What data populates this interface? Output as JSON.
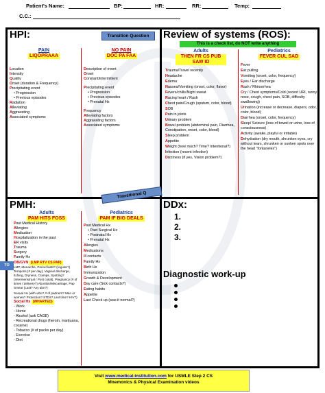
{
  "header": {
    "patient_label": "Patient's Name:",
    "bp_label": "BP:",
    "hr_label": "HR:",
    "rr_label": "RR:",
    "temp_label": "Temp:",
    "cc_label": "C.C.:"
  },
  "hpi": {
    "title": "HPI:",
    "pain_head": "PAIN",
    "pain_mnemonic": "LIQOPRAAA",
    "pain_items": [
      "Location",
      "Intensity",
      "Quality",
      "Onset (duration & Frequency)",
      "Precipitating event"
    ],
    "pain_sub": [
      "Progression",
      "Previous episodes"
    ],
    "pain_items2": [
      "Radiation",
      "Alleviating",
      "Aggravating",
      "Associated symptoms"
    ],
    "nopain_head": "NO PAIN",
    "nopain_mnemonic": "DOC PA FAA",
    "nopain_items": [
      "Description of event",
      "Onset",
      "Constant/intermittent"
    ],
    "nopain_items2": [
      "Precipitating event"
    ],
    "nopain_sub": [
      "Progression",
      "Previous episodes",
      "Prenatal Hx"
    ],
    "nopain_items3": [
      "Frequency",
      "Alleviating factors",
      "Aggravating factors",
      "Associated symptoms"
    ]
  },
  "transition1": "Transition Question",
  "transition2": "Transitional Q",
  "ros": {
    "title": "Review of systems (ROS):",
    "banner": "This is a check list, do NOT write anything",
    "adults_head": "Adults",
    "adults_mnemonic": "THEN FR CS PUB SAW ID",
    "adults_items": [
      "Trauma/Travel recently",
      "Headache",
      "Edema",
      "Nausea/Vomiting (onset, color, flavor)",
      "Fevers/chills/Night sweat",
      "Racing heart / Rash",
      "Chest pain/Cough (sputum, color, blood)",
      "SOB",
      "Pain in joints",
      "Urinary problem",
      "Bowel problem (abdominal pain, Diarrhea, Constipation, onset, color, blood)",
      "Sleep problem",
      "Appetite",
      "Weight (how much? Time? Intentional?)",
      "Infection (recent infection)",
      "Dizziness (if yes, Vision problem?)"
    ],
    "peds_head": "Pediatrics",
    "peds_mnemonic": "FEVER CUL SAD",
    "peds_items": [
      "Fever",
      "Ear pulling",
      "Vomiting (onset, color, frequency)",
      "Eyes / Ear discharge",
      "Rash / Rhinorrhea",
      "Cry / Chest symptoms/Cold (recent URI, runny nose, cough, chest pain, SOB, difficulty swallowing)",
      "Urination (increase or decrease, diapers, odor, color, blood)",
      "Diarrhea (onset, color, frequency)",
      "Sleep/ Seizure (loss of bowel or urine, loss of consciousness)",
      "Activity (awake, playful or irritable)",
      "Dehydration (dry mouth, shrunken eyes, cry without tears, shrunken or sunken spots over the head \"fontaneles\")"
    ]
  },
  "pmh": {
    "title": "PMH:",
    "adults_head": "Adults",
    "adults_mnemonic": "PAM HITS FOSS",
    "adults_items": [
      "Past Medical History",
      "Allergies",
      "Medication",
      "Hospitalization in the past",
      "ER visits",
      "Trauma",
      "Surgery",
      "Family Hx"
    ],
    "obgyn": "OB/GYN",
    "obgyn_mnemonic": "(LMP RTV CS PAP)",
    "obgyn_text": "LMP, Menarche, Period lasts? (regular?) Tempons (# per day), Vaginal discharge, Itching, Dryness, Cramps, Spotting? (Intermenstrual / Post coital), Pregnancy (# of times / delivery?) Abortion/Miscarriage, Pap Smear (Last? Any abn?)",
    "sexual": "Sexual Hx (with who? # of partners? Man or women? Protection? STDs? Last time? HIV?)",
    "social": "Social Hx",
    "social_mnemonic": "(WHARTED)",
    "social_items": [
      "Work",
      "Home",
      "Alcohol (ask CAGE)",
      "Recreational drugs (heroin, marijuana, cocaine)",
      "Tobacco (# of packs per day)",
      "Exercise",
      "Diet"
    ],
    "peds_head": "Pediatrics",
    "peds_mnemonic": "PAM IF BIG DEALS",
    "peds_items": [
      "Past Medical Hx"
    ],
    "peds_sub": [
      "Past Surgical Hx",
      "Postnatal Hx",
      "Prenatal Hx"
    ],
    "peds_items2": [
      "Allergies",
      "Medications",
      "Ill contacts",
      "Family Hx",
      "Birth Hx",
      "Immunization",
      "Growth & Development",
      "Day care (Sick contacts?)",
      "Eating habits",
      "Appetite",
      "Last Check up (was it normal?)"
    ]
  },
  "ddx": {
    "title": "DDx:",
    "items": [
      "1.",
      "2.",
      "3."
    ]
  },
  "workup": {
    "title": "Diagnostic work-up"
  },
  "to_label": "TO",
  "footer": {
    "visit": "Visit",
    "url": "www.medical-institution.com",
    "for": "for USMLE Step 2 CS",
    "line2": "Mnemonics & Physical Examination videos"
  },
  "colors": {
    "red": "#cc0000",
    "blue": "#1e3c8c",
    "yellow": "#ffff33",
    "banner_green": "#33cc33"
  }
}
